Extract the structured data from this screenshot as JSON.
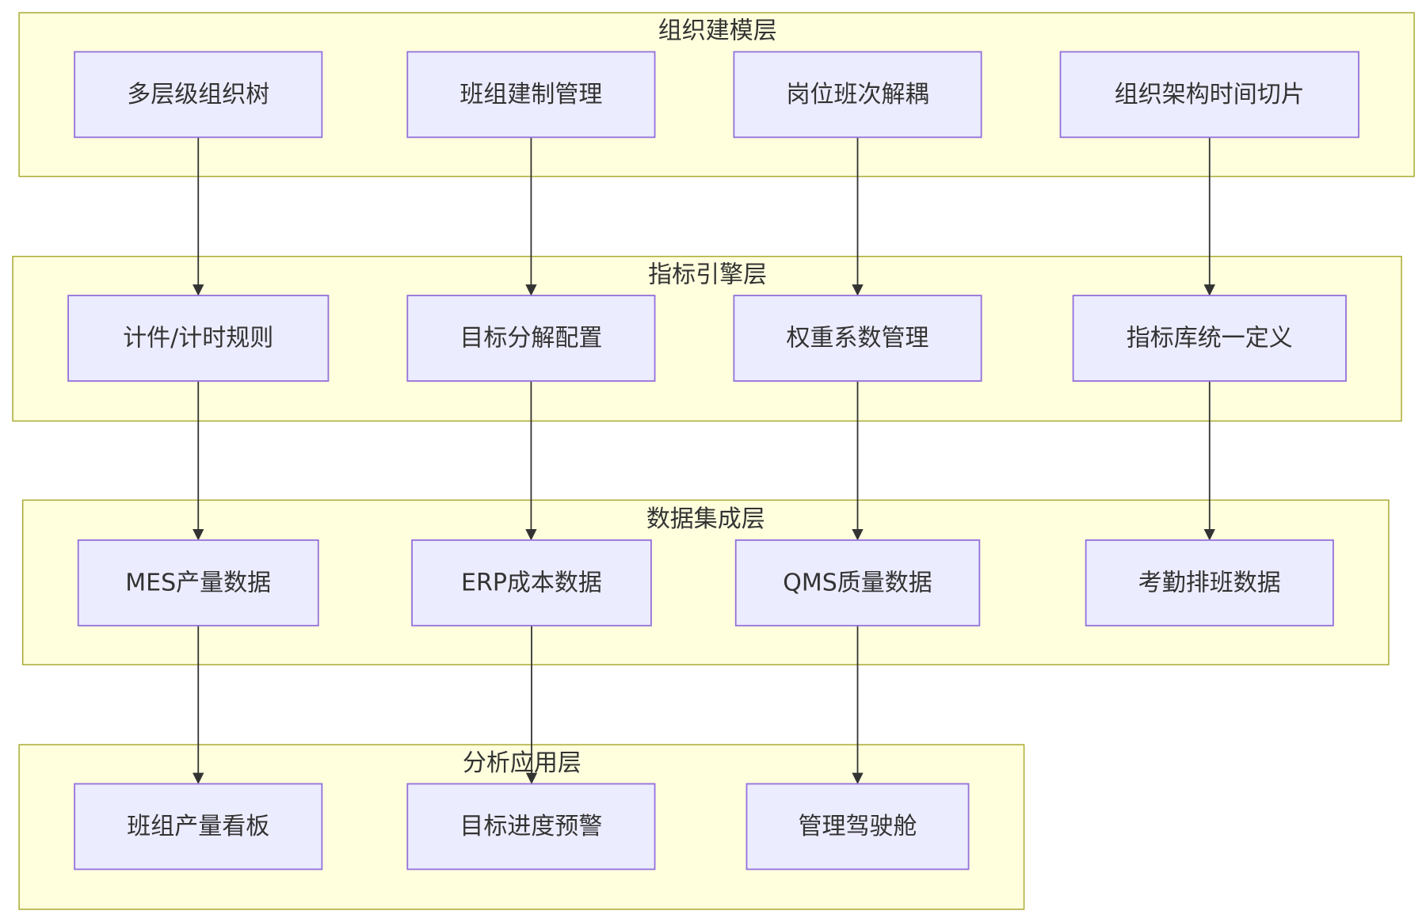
{
  "layers": [
    {
      "id": "org",
      "title": "组织建模层",
      "nodes": [
        {
          "id": "o1",
          "label": "多层级组织树"
        },
        {
          "id": "o2",
          "label": "班组建制管理"
        },
        {
          "id": "o3",
          "label": "岗位班次解耦"
        },
        {
          "id": "o4",
          "label": "组织架构时间切片"
        }
      ]
    },
    {
      "id": "metric",
      "title": "指标引擎层",
      "nodes": [
        {
          "id": "m1",
          "label": "计件/计时规则"
        },
        {
          "id": "m2",
          "label": "目标分解配置"
        },
        {
          "id": "m3",
          "label": "权重系数管理"
        },
        {
          "id": "m4",
          "label": "指标库统一定义"
        }
      ]
    },
    {
      "id": "data",
      "title": "数据集成层",
      "nodes": [
        {
          "id": "d1",
          "label": "MES产量数据"
        },
        {
          "id": "d2",
          "label": "ERP成本数据"
        },
        {
          "id": "d3",
          "label": "QMS质量数据"
        },
        {
          "id": "d4",
          "label": "考勤排班数据"
        }
      ]
    },
    {
      "id": "app",
      "title": "分析应用层",
      "nodes": [
        {
          "id": "a1",
          "label": "班组产量看板"
        },
        {
          "id": "a2",
          "label": "目标进度预警"
        },
        {
          "id": "a3",
          "label": "管理驾驶舱"
        }
      ]
    }
  ],
  "edges": [
    [
      "o1",
      "m1"
    ],
    [
      "o2",
      "m2"
    ],
    [
      "o3",
      "m3"
    ],
    [
      "o4",
      "m4"
    ],
    [
      "m1",
      "d1"
    ],
    [
      "m2",
      "d2"
    ],
    [
      "m3",
      "d3"
    ],
    [
      "m4",
      "d4"
    ],
    [
      "d1",
      "a1"
    ],
    [
      "d2",
      "a2"
    ],
    [
      "d3",
      "a3"
    ]
  ],
  "colors": {
    "layer_fill": "#ffffde",
    "layer_stroke": "#aaaa33",
    "node_fill": "#ececff",
    "node_stroke": "#9370db",
    "edge": "#333333",
    "text": "#333333"
  }
}
